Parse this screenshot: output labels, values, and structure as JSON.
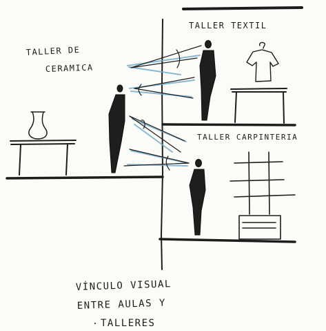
{
  "labels": {
    "ceramica_line1": "TALLER DE",
    "ceramica_line2": "CERAMICA",
    "textil": "TALLER TEXTIL",
    "carpinteria": "TALLER CARPINTERIA"
  },
  "caption": {
    "line1": "VÍNCULO VISUAL",
    "line2": "ENTRE AULAS Y",
    "line3": "TALLERES"
  },
  "colors": {
    "ink": "#1c1c1c",
    "sightline": "#6aa9c9",
    "paper": "#fbfbf8"
  }
}
